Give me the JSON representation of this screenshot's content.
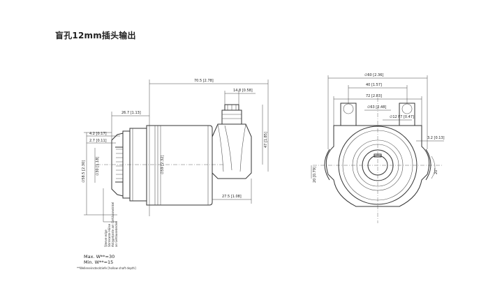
{
  "title": "盲孔12mm插头输出",
  "side_view": {
    "dims": {
      "overall_length": "70.5 [2.78]",
      "connector_width": "14.8 [0.58]",
      "flange_depth": "26.7 [1.13]",
      "dim_4_2": "4.2 [0.17]",
      "dim_2_7": "2.7 [0.11]",
      "dia_58_5": "∅58.5 [2.30]",
      "dia_30": "∅30 [1.18]",
      "dia_59": "∅59 [2.32]",
      "height_47": "47 [1.85]",
      "dim_27_5": "27.5 [1.08]"
    },
    "sleeve_note_1": "Sleeve edge",
    "sleeve_note_2": "Stirnkante Hülse",
    "sleeve_note_3": "Anlagekante am Gehäusewinkel",
    "sleeve_note_4": "an Gehäusedeckel",
    "max_label": "Max. W**=30",
    "min_label": "Min. W**=15",
    "footnote": "**Welleneinstecktiefe [hollow shaft depth]"
  },
  "front_view": {
    "dims": {
      "dia_60": "∅60 [2.36]",
      "dim_40": "40 [1.57]",
      "dim_72": "72 [2.83]",
      "dia_63": "∅63 [2.48]",
      "bore": "∅12 F7 [0.47]",
      "dim_3_2": "3.2 [0.13]",
      "dim_20": "20 [0.79]",
      "angle": "20°"
    }
  }
}
